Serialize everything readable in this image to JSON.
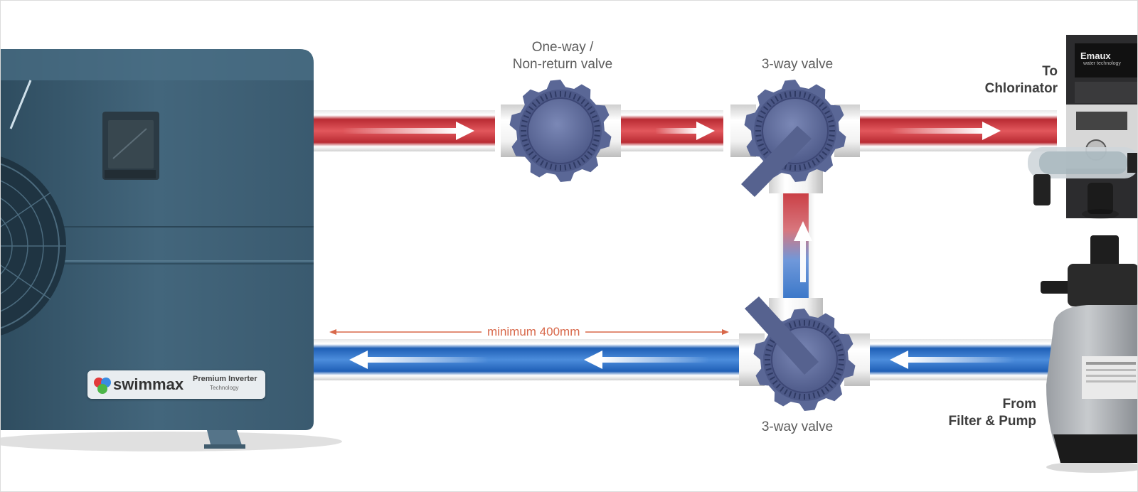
{
  "labels": {
    "one_way_valve": "One-way /\nNon-return valve",
    "three_way_valve_top": "3-way valve",
    "three_way_valve_bottom": "3-way valve",
    "to_chlorinator": "To\nChlorinator",
    "from_filter_pump": "From\nFilter & Pump",
    "minimum_distance": "minimum 400mm"
  },
  "heat_pump": {
    "brand": "swimmax",
    "badge_text": "Premium Inverter",
    "badge_subtext": "Technology"
  },
  "chlorinator": {
    "brand": "Emaux",
    "subtext": "water technology"
  },
  "colors": {
    "hot_pipe": "#c8363c",
    "cold_pipe": "#2d6fc4",
    "valve_body": "#5b6a9a",
    "heat_pump_body": "#3e5e73",
    "measurement": "#d8684a"
  }
}
